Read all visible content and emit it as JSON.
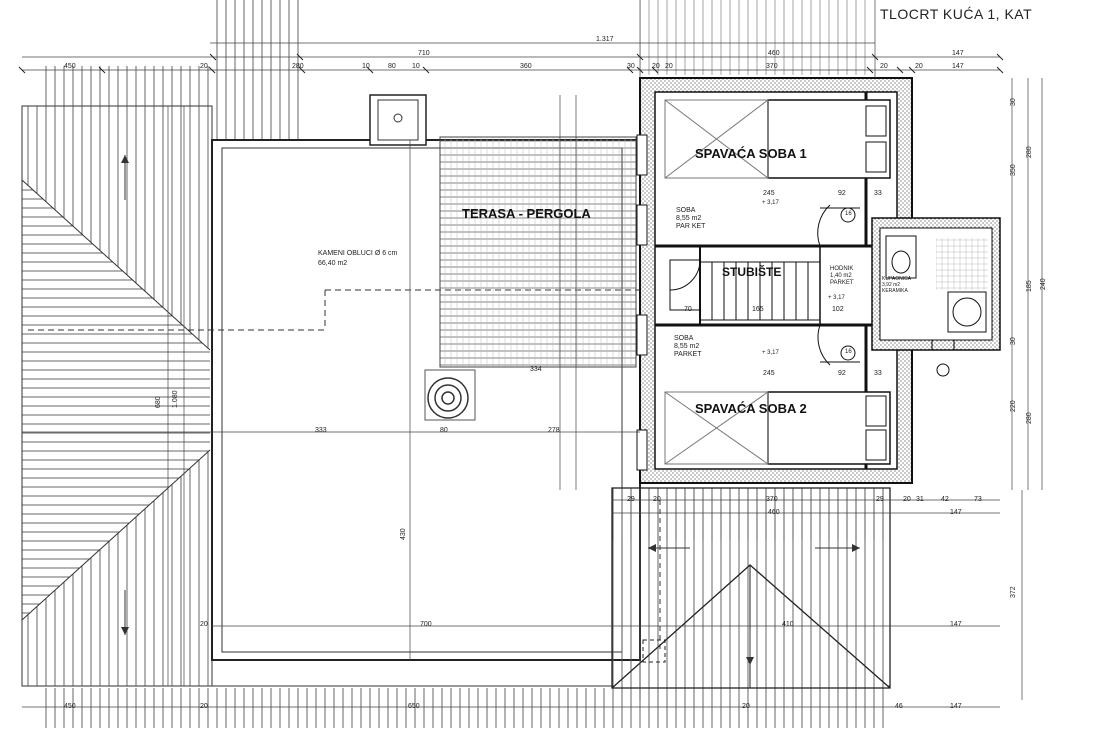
{
  "title": "TLOCRT KUĆA 1, KAT",
  "rooms": {
    "bedroom1": "SPAVAĆA SOBA 1",
    "bedroom2": "SPAVAĆA SOBA 2",
    "terrace": "TERASA - PERGOLA",
    "stairs": "STUBIŠTE"
  },
  "notes": {
    "stones": "KAMENI OBLUCI",
    "stones_size": "Ø 6 cm",
    "stones_area": "66,40 m2",
    "room_top": [
      "SOBA",
      "8,55 m2",
      "PAR KET"
    ],
    "room_bottom": [
      "SOBA",
      "8,55 m2",
      "PARKET"
    ],
    "hall": [
      "HODNIK",
      "1,40 m2",
      "PARKET"
    ],
    "bath": [
      "KUPAONICA",
      "3,92 m2",
      "KERAMIKA"
    ]
  },
  "dims_top": {
    "d1317": "1.317",
    "d710": "710",
    "d460": "460",
    "d147a": "147",
    "d450": "450",
    "d20a": "20",
    "d280": "280",
    "d10a": "10",
    "d80": "80",
    "d10b": "10",
    "d360": "360",
    "d30": "30",
    "d20b": "20",
    "d20c": "20",
    "d370": "370",
    "d20d": "20",
    "d20e": "20",
    "d147b": "147"
  },
  "dims_inner": {
    "d245a": "245",
    "d92a": "92",
    "d33a": "33",
    "d70": "70",
    "d165": "165",
    "d102": "102",
    "d245b": "245",
    "d92b": "92",
    "d33b": "33",
    "d334": "334",
    "d333": "333",
    "d80b": "80",
    "d278": "278",
    "d700": "700",
    "d410": "410",
    "d147c": "147",
    "d20f": "20",
    "elev1": "+ 3,17",
    "elev2": "+ 3,17",
    "elev3": "+ 3,17",
    "stair16a": "16",
    "stair16b": "16",
    "d430": "430",
    "d680": "680",
    "d1080": "1.080"
  },
  "dims_bottom": {
    "d29": "29",
    "d20g": "20",
    "d370b": "370",
    "d29b": "29",
    "d20h": "20",
    "d31": "31",
    "d42": "42",
    "d73": "73",
    "d460b": "460",
    "d147d": "147",
    "d450b": "450",
    "d20i": "20",
    "d650": "650",
    "d20j": "20",
    "d46": "46",
    "d147e": "147"
  },
  "dims_right": {
    "r350": "350",
    "r280": "280",
    "r240": "240",
    "r185": "185",
    "r220": "220",
    "r280b": "280",
    "r372": "372",
    "r30a": "30",
    "r30b": "30"
  }
}
